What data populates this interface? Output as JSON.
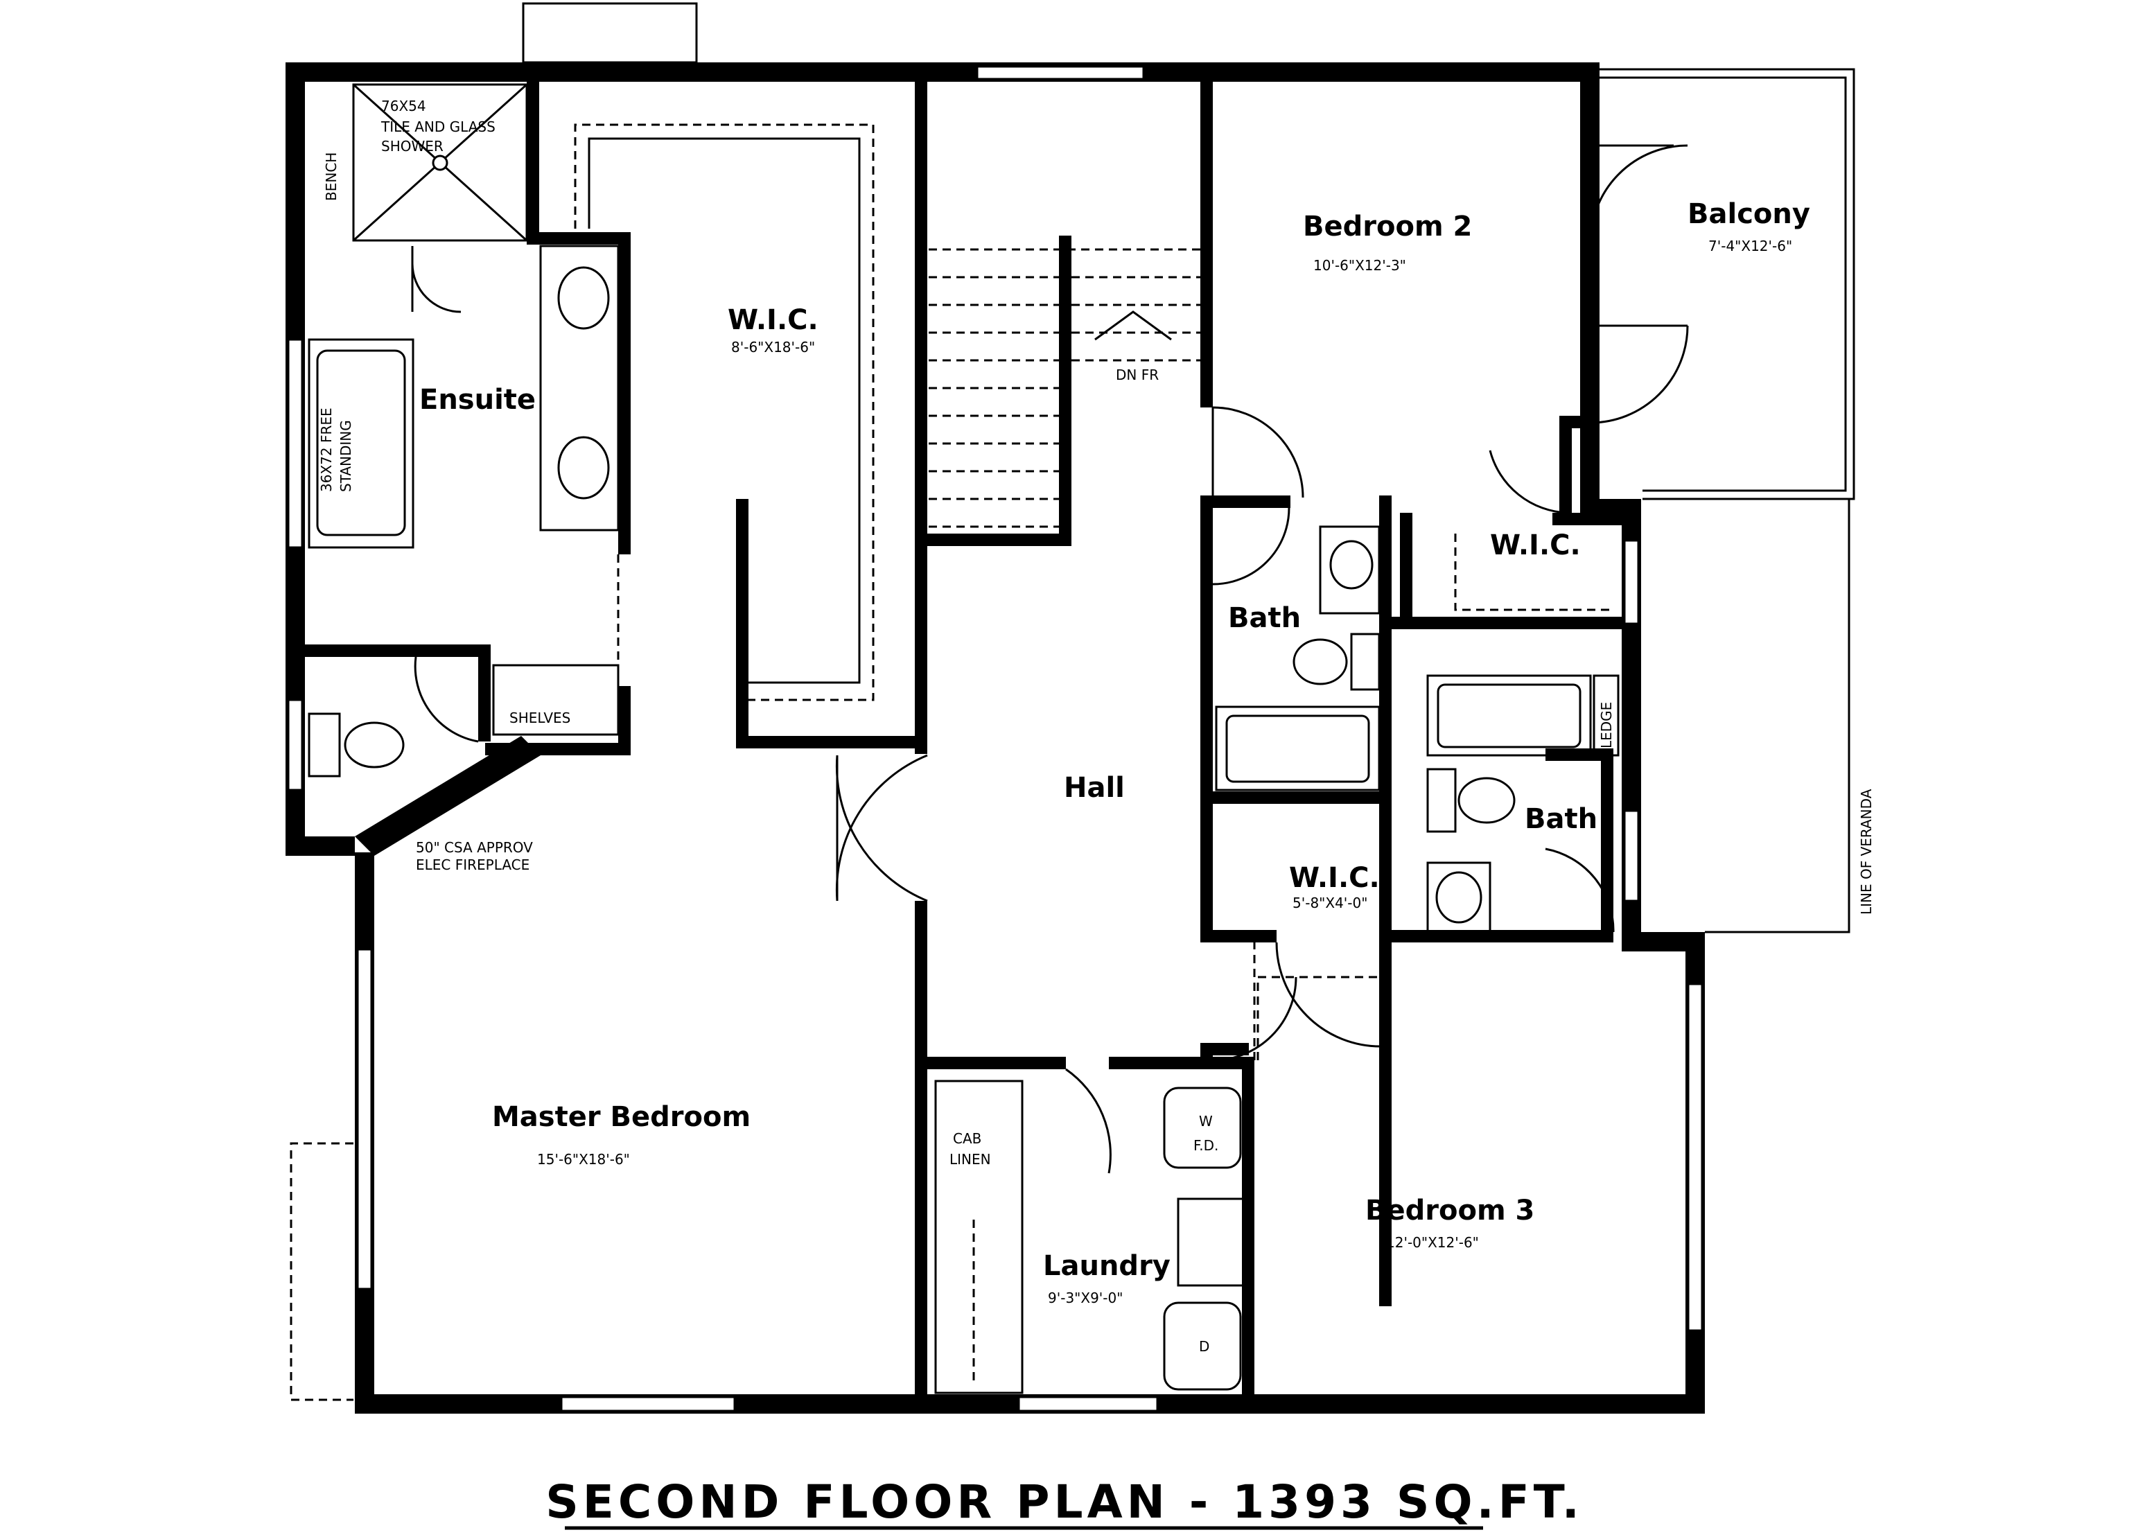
{
  "title": "SECOND FLOOR PLAN - 1393 SQ.FT.",
  "rooms": {
    "master_bedroom": {
      "name": "Master Bedroom",
      "dim": "15'-6\"X18'-6\""
    },
    "ensuite": {
      "name": "Ensuite"
    },
    "wic_master": {
      "name": "W.I.C.",
      "dim": "8'-6\"X18'-6\""
    },
    "bedroom2": {
      "name": "Bedroom 2",
      "dim": "10'-6\"X12'-3\""
    },
    "balcony": {
      "name": "Balcony",
      "dim": "7'-4\"X12'-6\""
    },
    "wic_bed2": {
      "name": "W.I.C."
    },
    "bath1": {
      "name": "Bath"
    },
    "bath2": {
      "name": "Bath"
    },
    "hall": {
      "name": "Hall"
    },
    "wic_small": {
      "name": "W.I.C.",
      "dim": "5'-8\"X4'-0\""
    },
    "bedroom3": {
      "name": "Bedroom 3",
      "dim": "12'-0\"X12'-6\""
    },
    "laundry": {
      "name": "Laundry",
      "dim": "9'-3\"X9'-0\""
    }
  },
  "notes": {
    "shower_size": "76X54",
    "shower_desc1": "TILE AND GLASS",
    "shower_desc2": "SHOWER",
    "bench": "BENCH",
    "tub1": "36X72 FREE",
    "tub2": "STANDING",
    "shelves": "SHELVES",
    "fireplace1": "50\" CSA APPROV",
    "fireplace2": "ELEC FIREPLACE",
    "stairs": "DN FR",
    "cab": "CAB",
    "linen": "LINEN",
    "ledge": "LEDGE",
    "veranda": "LINE OF VERANDA",
    "washer": "W",
    "floor_drain": "F.D.",
    "dryer": "D"
  }
}
